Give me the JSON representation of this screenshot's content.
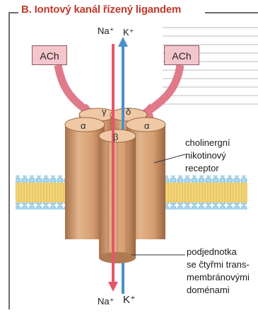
{
  "title": "B. Iontový kanál řízený ligandem",
  "ligands": {
    "left": "ACh",
    "right": "ACh"
  },
  "ions": {
    "top_na": "Na⁺",
    "top_k": "K⁺",
    "bottom_na": "Na⁺",
    "bottom_k": "K⁺"
  },
  "subunits": {
    "gamma": "γ",
    "delta": "δ",
    "alpha_left": "α",
    "alpha_right": "α",
    "beta": "β"
  },
  "receptor_label": [
    "cholinergní",
    "nikotinový",
    "receptor"
  ],
  "subunit_label": [
    "podjednotka",
    "se čtyřmi trans-",
    "membránovými",
    "doménami"
  ],
  "colors": {
    "title": "#c0392b",
    "cylinder": "#d9a57a",
    "cylinder_dark": "#b07a52",
    "ach_box": "#f3c6cc",
    "ach_arrow": "#e07a8a",
    "membrane_water": "#a8d8ef",
    "membrane_lipid": "#f4d67a",
    "na_arrow": "#e8556b",
    "k_arrow": "#4a90c8"
  }
}
